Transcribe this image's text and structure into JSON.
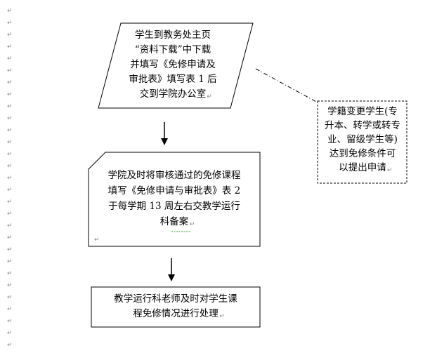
{
  "flowchart": {
    "step1": {
      "lines": [
        "学生到教务处主页",
        "“资料下载”中下载",
        "并填写《免修申请及",
        "审批表》填写表 1 后",
        "交到学院办公室"
      ]
    },
    "note": {
      "lines": [
        "学籍变更学生(专",
        "升本、转学或转专",
        "业、留级学生等)",
        "达到免修条件可",
        "以提出申请"
      ]
    },
    "step2": {
      "lines": [
        "学院及时将审核通过的免修课程",
        "填写《免修申请与审批表》表 2",
        "于每学期 13 周左右交教学运行",
        "科备案"
      ]
    },
    "step3": {
      "lines": [
        "教学运行科老师及时对学生课",
        "程免修情况进行处理"
      ]
    }
  },
  "paragraph_mark": "↵"
}
